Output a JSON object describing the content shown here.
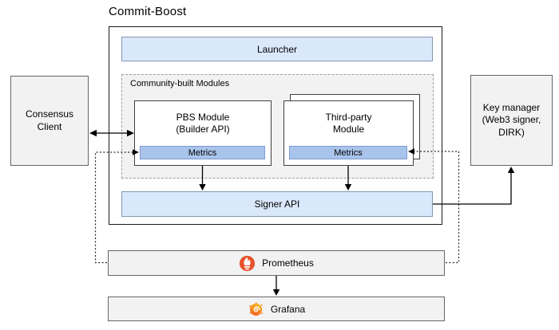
{
  "title": "Commit-Boost",
  "nodes": {
    "launcher": "Launcher",
    "community_modules": "Community-built Modules",
    "pbs_module": "PBS Module\n(Builder API)",
    "pbs_metrics": "Metrics",
    "third_party_module": "Third-party\nModule",
    "third_party_metrics": "Metrics",
    "signer_api": "Signer API",
    "consensus_client": "Consensus\nClient",
    "key_manager": "Key manager\n(Web3 signer,\nDIRK)",
    "prometheus": "Prometheus",
    "grafana": "Grafana"
  },
  "icons": {
    "prometheus": "prometheus-torch-icon",
    "grafana": "grafana-flame-icon"
  },
  "colors": {
    "blue_fill": "#dae8fc",
    "blue_border": "#8296b4",
    "metrics_fill": "#a9c4eb",
    "metrics_border": "#7d9bd2",
    "gray_fill": "#f2f2f2",
    "gray_border": "#666666",
    "container_border": "#1a1a1a",
    "module_border": "#404040",
    "dashed_border": "#9e9e9e",
    "prometheus_orange": "#e6522c",
    "grafana_orange_dark": "#f05a28",
    "grafana_orange_light": "#fbae17"
  }
}
